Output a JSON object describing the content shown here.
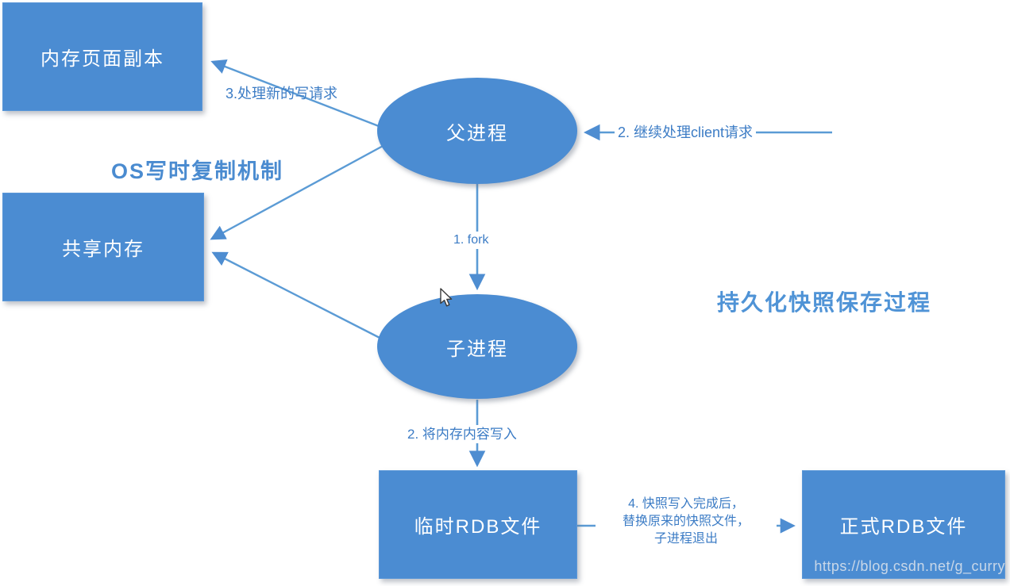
{
  "diagram": {
    "title": "持久化快照保存过程",
    "side_label": "OS写时复制机制",
    "watermark": "https://blog.csdn.net/g_curry",
    "nodes": [
      {
        "id": "memory-page-copy",
        "label": "内存页面副本",
        "shape": "rect"
      },
      {
        "id": "shared-memory",
        "label": "共享内存",
        "shape": "rect"
      },
      {
        "id": "parent-process",
        "label": "父进程",
        "shape": "ellipse"
      },
      {
        "id": "child-process",
        "label": "子进程",
        "shape": "ellipse"
      },
      {
        "id": "temp-rdb-file",
        "label": "临时RDB文件",
        "shape": "rect"
      },
      {
        "id": "official-rdb-file",
        "label": "正式RDB文件",
        "shape": "rect"
      }
    ],
    "edges": [
      {
        "id": "fork",
        "from": "parent-process",
        "to": "child-process",
        "label": "1. fork"
      },
      {
        "id": "client-requests",
        "from": "",
        "to": "parent-process",
        "label": "2. 继续处理client请求"
      },
      {
        "id": "handle-new-writes",
        "from": "parent-process",
        "to": "memory-page-copy",
        "label": "3.处理新的写请求"
      },
      {
        "id": "parent-to-shared-memory",
        "from": "parent-process",
        "to": "shared-memory",
        "label": ""
      },
      {
        "id": "child-to-shared-memory",
        "from": "child-process",
        "to": "shared-memory",
        "label": ""
      },
      {
        "id": "write-memory-contents",
        "from": "child-process",
        "to": "temp-rdb-file",
        "label": "2. 将内存内容写入"
      },
      {
        "id": "replace-snapshot",
        "from": "temp-rdb-file",
        "to": "official-rdb-file",
        "label_lines": [
          "4. 快照写入完成后，",
          "替换原来的快照文件，",
          "子进程退出"
        ]
      }
    ],
    "colors": {
      "shape_fill": "#4B8CD2",
      "line": "#5B9BD5",
      "label_text": "#3C7CC5",
      "shape_text": "#FFFFFF"
    }
  }
}
